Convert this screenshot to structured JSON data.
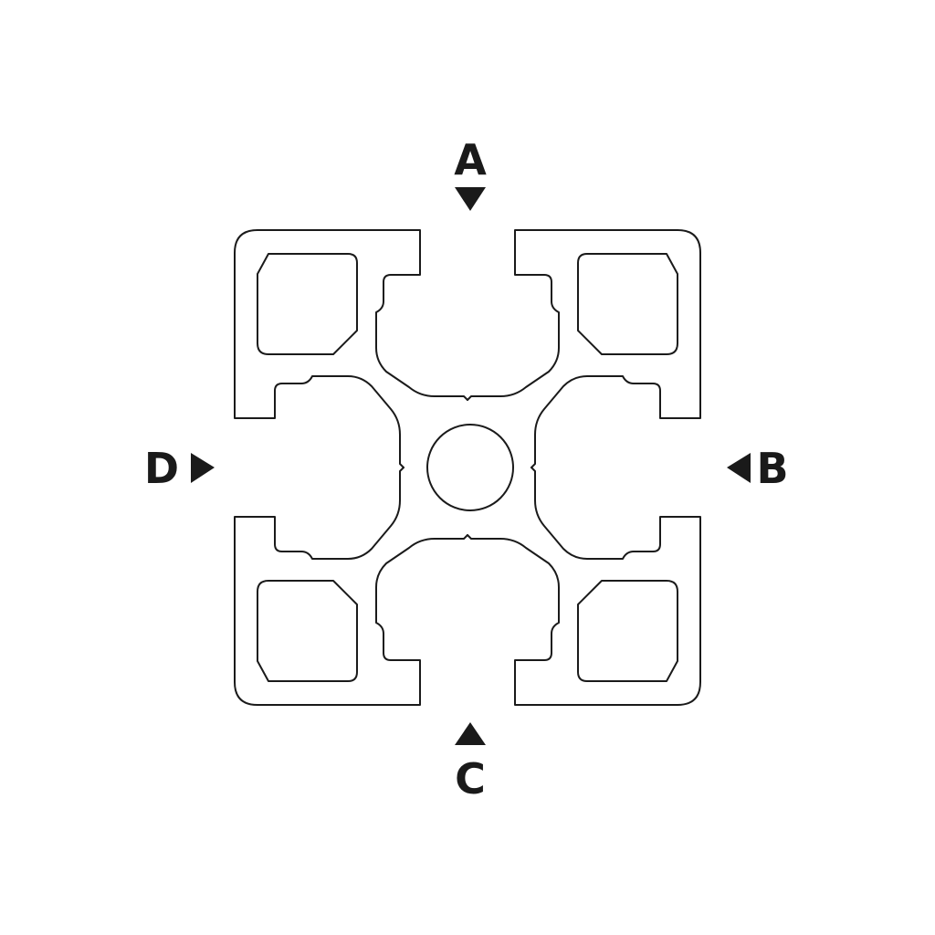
{
  "diagram": {
    "labels": {
      "top": "A",
      "right": "B",
      "bottom": "C",
      "left": "D"
    },
    "colors": {
      "background": "#ffffff",
      "line": "#1a1a1a"
    }
  }
}
